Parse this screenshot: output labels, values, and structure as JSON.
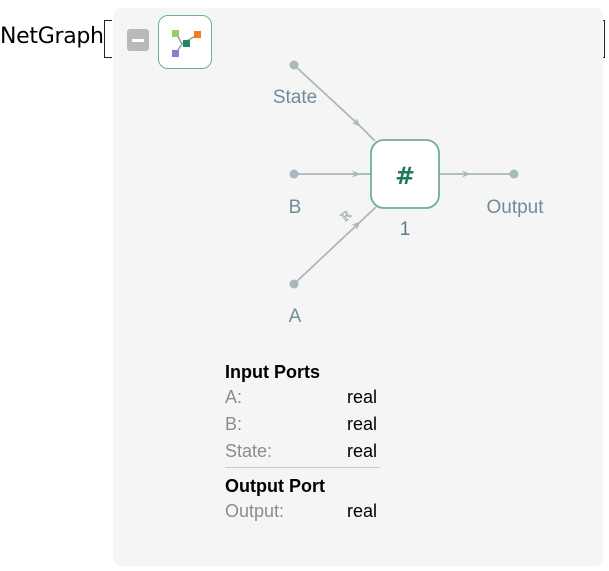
{
  "expression": {
    "head": "NetGraph"
  },
  "graph": {
    "node": {
      "symbol": "#",
      "index": "1"
    },
    "ports": {
      "state_label": "State",
      "b_label": "B",
      "a_label": "A",
      "output_label": "Output"
    },
    "edge_annotation": "ℝ"
  },
  "info": {
    "input_title": "Input Ports",
    "inputs": [
      {
        "name": "A:",
        "type": "real"
      },
      {
        "name": "B:",
        "type": "real"
      },
      {
        "name": "State:",
        "type": "real"
      }
    ],
    "output_title": "Output Port",
    "outputs": [
      {
        "name": "Output:",
        "type": "real"
      }
    ]
  },
  "colors": {
    "panel_bg": "#f5f5f5",
    "node_border": "#6fae93",
    "node_symbol": "#1f7a5a",
    "edge": "#a9b8bc",
    "port_label": "#6d8e97",
    "icon_green": "#9ccc65",
    "icon_orange": "#ef7d22",
    "icon_purple": "#8c7bd6",
    "icon_teal": "#1a8a62"
  },
  "icons": {
    "collapse": "minus-square-icon",
    "graph": "netgraph-icon"
  }
}
